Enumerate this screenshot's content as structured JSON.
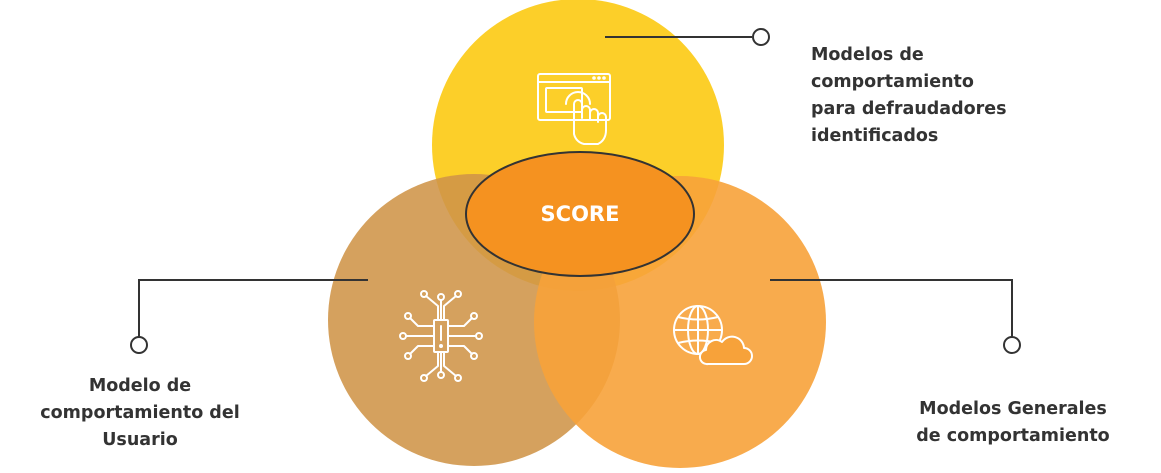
{
  "diagram": {
    "center_label": "SCORE",
    "nodes": [
      {
        "id": "top",
        "lines": [
          "Modelos de",
          "comportamiento",
          "para defraudadores",
          "identificados"
        ],
        "icon": "touchscreen-hand-icon",
        "color": "#FCCC1E"
      },
      {
        "id": "left",
        "lines": [
          "Modelo de",
          "comportamiento del",
          "Usuario"
        ],
        "icon": "circuit-chip-icon",
        "color": "#D39B50"
      },
      {
        "id": "right",
        "lines": [
          "Modelos Generales",
          "de comportamiento"
        ],
        "icon": "globe-cloud-icon",
        "color": "#F7A23A"
      }
    ],
    "center_color": "#F59220",
    "connector_color": "#333333"
  }
}
